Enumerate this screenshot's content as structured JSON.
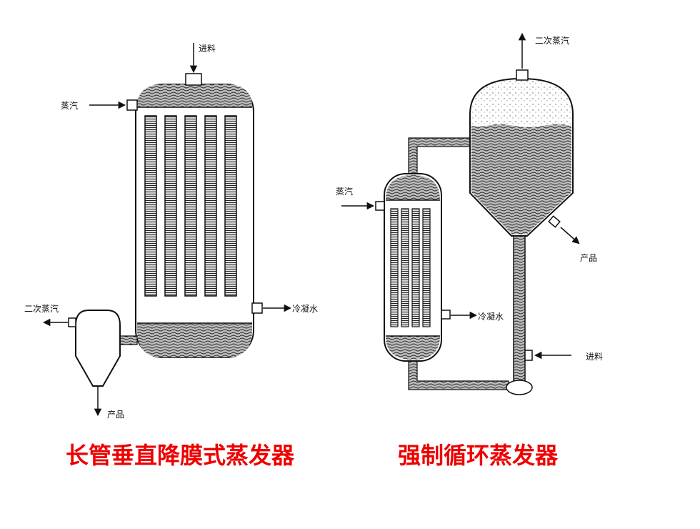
{
  "left_diagram": {
    "feed_label": "进料",
    "steam_label": "蒸汽",
    "secondary_steam_label": "二次蒸汽",
    "condensate_label": "冷凝水",
    "product_label": "产品"
  },
  "right_diagram": {
    "secondary_steam_label": "二次蒸汽",
    "steam_label": "蒸汽",
    "product_label": "产品",
    "condensate_label": "冷凝水",
    "feed_label": "进料"
  },
  "captions": {
    "left": "长管垂直降膜式蒸发器",
    "right": "强制循环蒸发器"
  },
  "colors": {
    "caption": "#ee0000",
    "liquid": "#555555",
    "outline": "#111111"
  }
}
